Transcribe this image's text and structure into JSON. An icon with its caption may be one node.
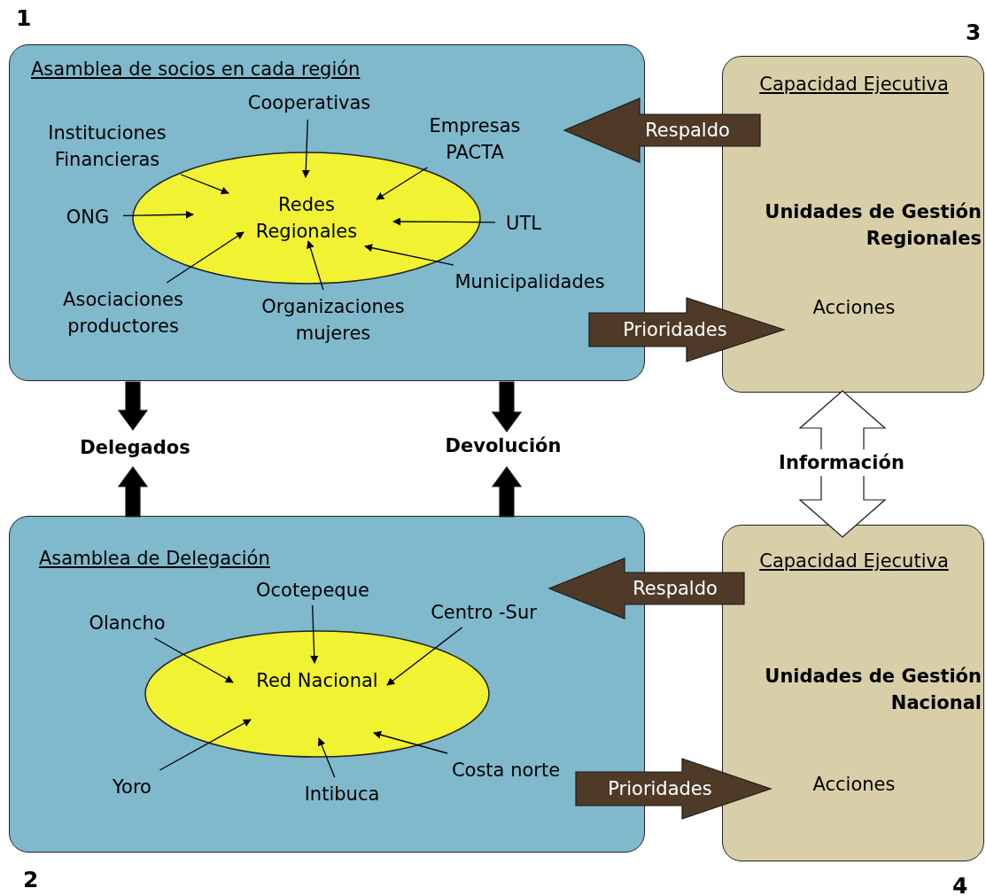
{
  "diagram": {
    "nodes": [
      {
        "text": [
          "Asamblea de socios en cada región"
        ],
        "beside": [
          "1"
        ]
      },
      {
        "text": [
          "Redes Regionales"
        ],
        "in": 0
      },
      {
        "text": [
          "Cooperativas"
        ],
        "in": 0
      },
      {
        "text": [
          "Instituciones Financieras"
        ],
        "in": 0
      },
      {
        "text": [
          "Empresas PACTA"
        ],
        "in": 0
      },
      {
        "text": [
          "ONG"
        ],
        "in": 0
      },
      {
        "text": [
          "UTL"
        ],
        "in": 0
      },
      {
        "text": [
          "Asociaciones productores"
        ],
        "in": 0
      },
      {
        "text": [
          "Organizaciones mujeres"
        ],
        "in": 0
      },
      {
        "text": [
          "Municipalidades"
        ],
        "in": 0
      },
      {
        "text": [
          "Capacidad Ejecutiva",
          "Unidades de Gestión Regionales",
          "Acciones"
        ],
        "beside": [
          "3"
        ]
      },
      {
        "text": [
          "Asamblea de Delegación"
        ],
        "beside": [
          "2"
        ]
      },
      {
        "text": [
          "Red Nacional"
        ],
        "in": 11
      },
      {
        "text": [
          "Ocotepeque"
        ],
        "in": 11
      },
      {
        "text": [
          "Olancho"
        ],
        "in": 11
      },
      {
        "text": [
          "Centro -Sur"
        ],
        "in": 11
      },
      {
        "text": [
          "Yoro"
        ],
        "in": 11
      },
      {
        "text": [
          "Intibuca"
        ],
        "in": 11
      },
      {
        "text": [
          "Costa norte"
        ],
        "in": 11
      },
      {
        "text": [
          "Capacidad Ejecutiva",
          "Unidades de Gestión Nacional",
          "Acciones"
        ],
        "beside": [
          "4"
        ]
      },
      {
        "text": [
          "Delegados"
        ]
      },
      {
        "text": [
          "Devolución"
        ]
      }
    ],
    "edges": [
      {
        "from": 2,
        "to": 1,
        "arrow": "to"
      },
      {
        "from": 3,
        "to": 1,
        "arrow": "to"
      },
      {
        "from": 4,
        "to": 1,
        "arrow": "to"
      },
      {
        "from": 5,
        "to": 1,
        "arrow": "to"
      },
      {
        "from": 6,
        "to": 1,
        "arrow": "to"
      },
      {
        "from": 7,
        "to": 1,
        "arrow": "to"
      },
      {
        "from": 8,
        "to": 1,
        "arrow": "to"
      },
      {
        "from": 9,
        "to": 1,
        "arrow": "to"
      },
      {
        "from": 13,
        "to": 12,
        "arrow": "to"
      },
      {
        "from": 14,
        "to": 12,
        "arrow": "to"
      },
      {
        "from": 15,
        "to": 12,
        "arrow": "to"
      },
      {
        "from": 16,
        "to": 12,
        "arrow": "to"
      },
      {
        "from": 17,
        "to": 12,
        "arrow": "to"
      },
      {
        "from": 18,
        "to": 12,
        "arrow": "to"
      },
      {
        "from": 10,
        "to": 0,
        "arrow": "to",
        "label": "Respaldo",
        "style": "thick",
        "color": "#4f3a28"
      },
      {
        "from": 0,
        "to": 10,
        "arrow": "to",
        "label": "Prioridades",
        "style": "thick",
        "color": "#4f3a28"
      },
      {
        "from": 19,
        "to": 11,
        "arrow": "to",
        "label": "Respaldo",
        "style": "thick",
        "color": "#4f3a28"
      },
      {
        "from": 11,
        "to": 19,
        "arrow": "to",
        "label": "Prioridades",
        "style": "thick",
        "color": "#4f3a28"
      },
      {
        "from": 0,
        "to": 20,
        "arrow": "to",
        "style": "thick"
      },
      {
        "from": 11,
        "to": 20,
        "arrow": "to",
        "style": "thick"
      },
      {
        "from": 0,
        "to": 21,
        "arrow": "to",
        "style": "thick"
      },
      {
        "from": 11,
        "to": 21,
        "arrow": "to",
        "style": "thick"
      },
      {
        "from": 10,
        "to": 19,
        "arrow": "both",
        "label": "Información",
        "style": "thick",
        "color": "#ffffff"
      }
    ]
  }
}
